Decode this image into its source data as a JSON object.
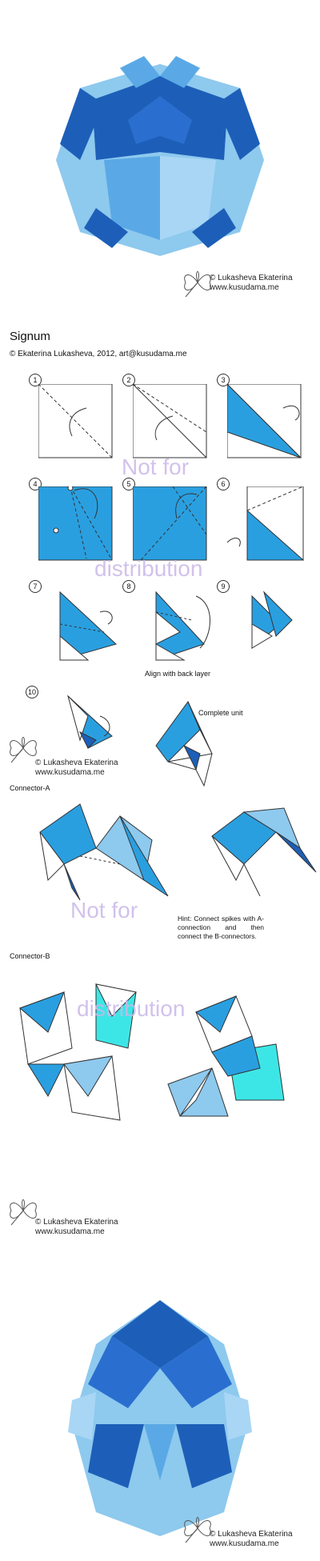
{
  "top_photo": {
    "alt": "blue origami kusudama photo"
  },
  "watermark": {
    "line1": "© Lukasheva Ekaterina",
    "line2": "www.kusudama.me"
  },
  "header": {
    "title": "Signum",
    "subtitle": "© Ekaterina Lukasheva, 2012, art@kusudama.me"
  },
  "steps": [
    "1",
    "2",
    "3",
    "4",
    "5",
    "6",
    "7",
    "8",
    "9",
    "10"
  ],
  "labels": {
    "align": "Align with back layer",
    "complete": "Complete unit",
    "connector_a": "Connector-A",
    "connector_b": "Connector-B",
    "hint": "Hint: Connect spikes with A-connection and then connect the B-connectors."
  },
  "overlay": {
    "not_for": "Not for",
    "distribution": "distribution"
  },
  "colors": {
    "blue": "#2a9fe0",
    "dark_blue": "#1d5fb8",
    "light_blue": "#8ec9ee",
    "cyan": "#3de6e6",
    "wm": "#c9b8e8"
  }
}
